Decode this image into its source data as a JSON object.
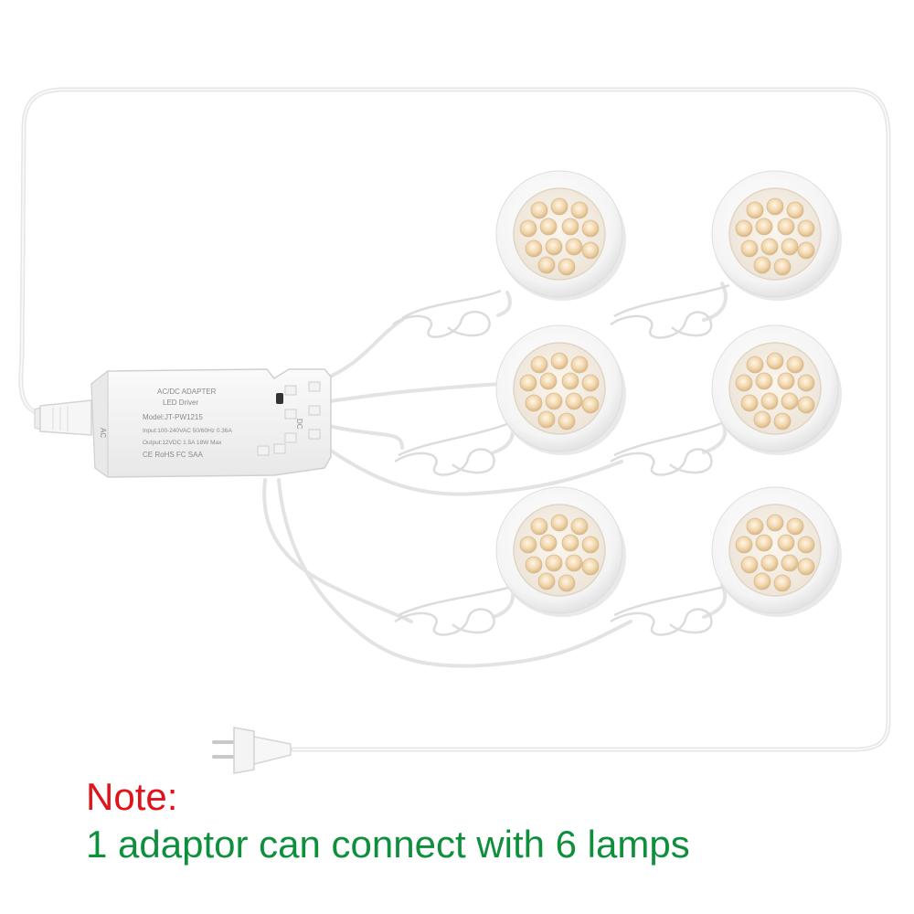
{
  "adapter": {
    "title": "AC/DC ADAPTER",
    "subtitle": "LED Driver",
    "model": "Model:JT-PW1215",
    "input": "Input:100-240VAC 50/60Hz 0.36A",
    "output": "Output:12VDC 1.5A 18W Max",
    "certs": "CE RoHS FC SAA",
    "ac_port_label": "AC",
    "dc_port_label": "DC"
  },
  "note": {
    "title": "Note:",
    "body": "1 adaptor can connect with 6 lamps"
  },
  "colors": {
    "note_title": "#e0121a",
    "note_body": "#0d8f3c",
    "lamp_led": "#f3dcb8",
    "lamp_rim": "#f7f7f7",
    "cable": "#e6e6e6"
  },
  "icons": {
    "plug": "eu-plug-icon",
    "lamp": "led-puck-lamp-icon",
    "adapter": "led-driver-box-icon"
  }
}
